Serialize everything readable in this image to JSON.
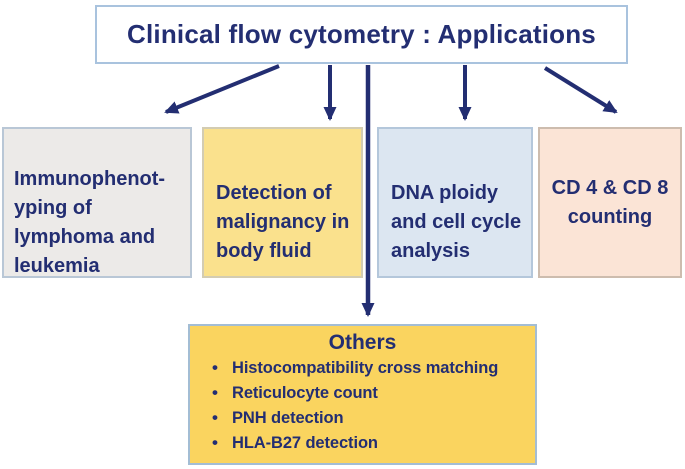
{
  "diagram": {
    "title": "Clinical flow cytometry : Applications",
    "boxes": [
      {
        "id": "immunophenotyping",
        "label": "Immunophenot-\nyping of\nlymphoma and\nleukemia",
        "bg": "#eceae8"
      },
      {
        "id": "malignancy-detection",
        "label": "Detection of\nmalignancy in\nbody fluid",
        "bg": "#fae18d"
      },
      {
        "id": "dna-ploidy",
        "label": "DNA ploidy\nand cell cycle\nanalysis",
        "bg": "#dce6f1"
      },
      {
        "id": "cd4-cd8-counting",
        "label": "CD 4 & CD 8\ncounting",
        "bg": "#fbe4d6"
      }
    ],
    "others": {
      "title": "Others",
      "items": [
        "Histocompatibility cross matching",
        "Reticulocyte count",
        "PNH detection",
        "HLA-B27 detection"
      ],
      "bg": "#fad45f"
    },
    "colors": {
      "text": "#232e72",
      "arrow": "#232e72",
      "title_box_border": "#a9c3de"
    }
  }
}
